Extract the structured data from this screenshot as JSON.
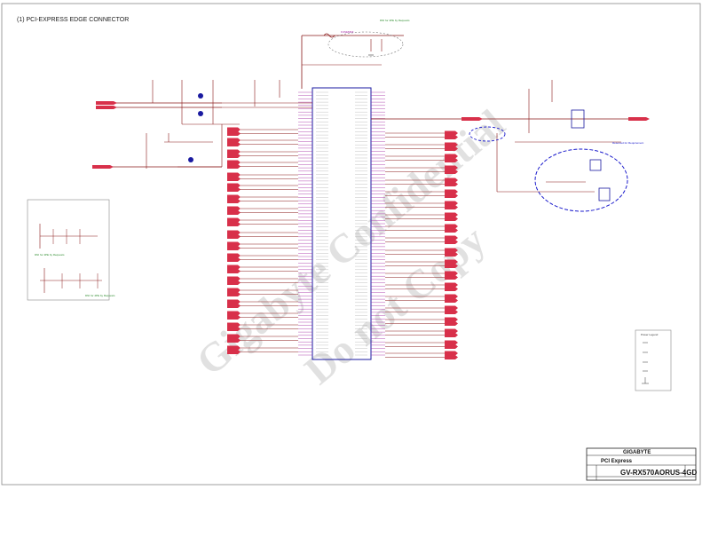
{
  "page": {
    "title": "(1) PCI-EXPRESS EDGE CONNECTOR"
  },
  "notes": {
    "top_note": "DNI for 4PE by Requests",
    "fuse_label": "FUSEMINI",
    "left_box_note1": "DNI for 4PE by Requests",
    "left_box_note2": "DNI for 4PE by Requests",
    "right_circle_note": "Reserved for Requirement"
  },
  "watermark": {
    "line1": "Gigabyte Confidential",
    "line2": "Do not Copy"
  },
  "legend": {
    "title": "Power Legend"
  },
  "title_block": {
    "company": "GIGABYTE",
    "sheet_name": "PCI Express",
    "document_number": "GV-RX570AORUS-4GD"
  },
  "colors": {
    "wire": "#8a1a1a",
    "connector_fill": "#d8304a",
    "net": "#2a8a2a",
    "pin": "#a020a0",
    "frame": "#1a1aa0",
    "highlight": "#1a1acc",
    "watermark": "#cfcfcf"
  }
}
